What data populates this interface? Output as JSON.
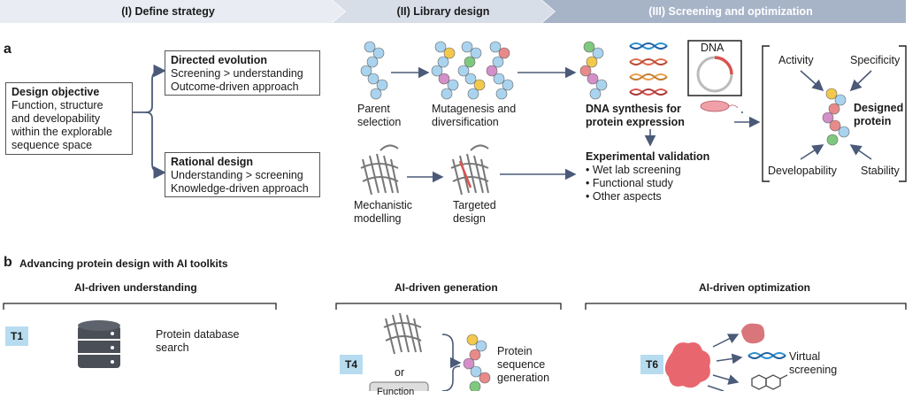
{
  "stages": {
    "s1": "(I) Define strategy",
    "s2": "(II) Library design",
    "s3": "(III) Screening and optimization"
  },
  "panel_a": {
    "label": "a",
    "objective": {
      "title": "Design objective",
      "l1": "Function, structure",
      "l2": "and developability",
      "l3": "within the explorable",
      "l4": "sequence space"
    },
    "directed": {
      "title": "Directed evolution",
      "l1": "Screening > understanding",
      "l2": "Outcome-driven approach"
    },
    "rational": {
      "title": "Rational design",
      "l1": "Understanding > screening",
      "l2": "Knowledge-driven approach"
    },
    "parent": {
      "l1": "Parent",
      "l2": "selection"
    },
    "mutagenesis": {
      "l1": "Mutagenesis and",
      "l2": "diversification"
    },
    "mechanistic": {
      "l1": "Mechanistic",
      "l2": "modelling"
    },
    "targeted": {
      "l1": "Targeted",
      "l2": "design"
    },
    "dna_label": "DNA",
    "dna_synth": {
      "l1": "DNA synthesis for",
      "l2": "protein expression"
    },
    "validation": {
      "title": "Experimental validation",
      "i1": "• Wet lab screening",
      "i2": "• Functional study",
      "i3": "• Other aspects"
    },
    "props": {
      "activity": "Activity",
      "specificity": "Specificity",
      "designed1": "Designed",
      "designed2": "protein",
      "developability": "Developability",
      "stability": "Stability"
    }
  },
  "panel_b": {
    "label": "b",
    "title": "Advancing protein design with AI toolkits",
    "understanding": {
      "header": "AI-driven understanding",
      "tag": "T1",
      "l1": "Protein database",
      "l2": "search"
    },
    "generation": {
      "header": "AI-driven generation",
      "tag": "T4",
      "or": "or",
      "l1": "Protein",
      "l2": "sequence",
      "l3": "generation",
      "cut": "Function"
    },
    "optimization": {
      "header": "AI-driven optimization",
      "tag": "T6",
      "l1": "Virtual",
      "l2": "screening"
    }
  },
  "colors": {
    "stage_light": "#e9edf3",
    "stage_mid": "#d2d9e4",
    "stage_dark": "#a7b3c7",
    "bead_blue": "#a9d3ee",
    "accent_red": "#d9534f",
    "tag_blue": "#b7dcf0"
  }
}
